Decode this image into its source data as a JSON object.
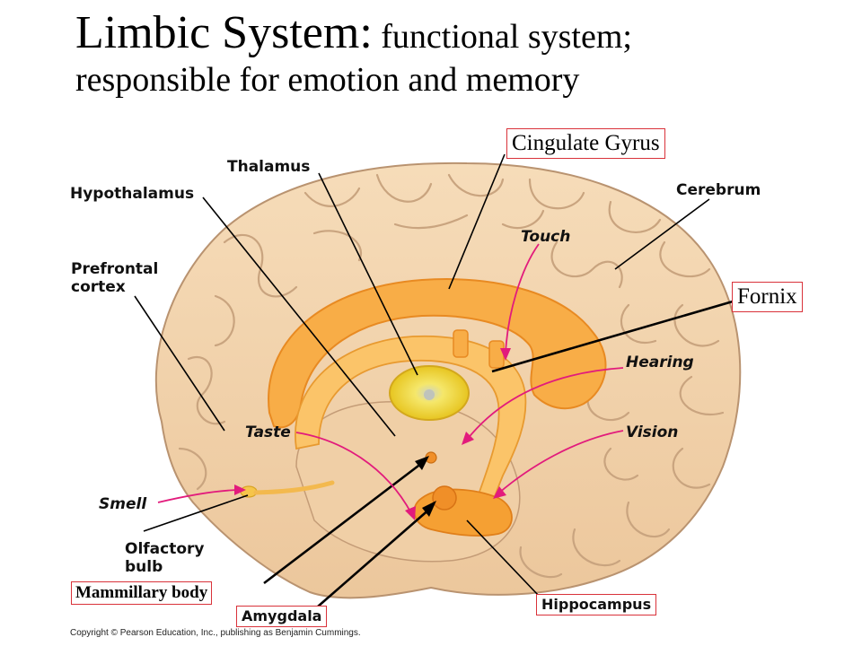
{
  "title": {
    "main": "Limbic System:",
    "sub1": " functional system;",
    "sub2": "responsible for emotion and memory"
  },
  "labels": {
    "thalamus": "Thalamus",
    "hypothalamus": "Hypothalamus",
    "cerebrum": "Cerebrum",
    "touch": "Touch",
    "prefrontal_line1": "Prefrontal",
    "prefrontal_line2": "cortex",
    "hearing": "Hearing",
    "taste": "Taste",
    "vision": "Vision",
    "smell": "Smell",
    "olfactory_line1": "Olfactory",
    "olfactory_line2": "bulb"
  },
  "boxed_labels": {
    "cingulate": "Cingulate Gyrus",
    "fornix": "Fornix",
    "mammillary": "Mammillary body",
    "amygdala": "Amygdala",
    "hippocampus": "Hippocampus"
  },
  "copyright": "Copyright © Pearson Education, Inc., publishing as Benjamin Cummings.",
  "colors": {
    "brain": "#f2d3ad",
    "brain_shadow": "#c79f78",
    "limbic": "#f7a43a",
    "limbic_light": "#fbc469",
    "thalamus": "#f2dc35",
    "sense_arrow": "#e21b7c",
    "box_border": "#d9323a"
  }
}
